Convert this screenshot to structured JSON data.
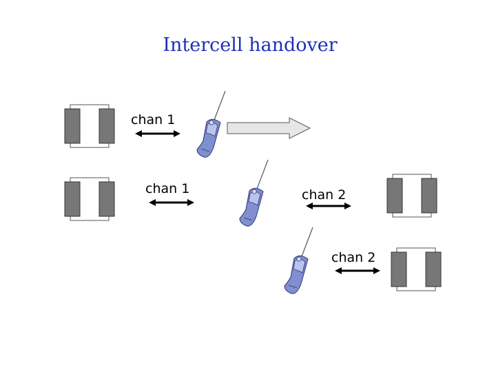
{
  "title": "Intercell handover",
  "labels": {
    "chan_top": "chan 1",
    "chan_mid_left": "chan 1",
    "chan_mid_right": "chan 2",
    "chan_bottom": "chan 2"
  },
  "icons": {
    "base_station": "base-station-icon",
    "mobile_phone": "mobile-phone-icon",
    "movement_arrow": "movement-arrow"
  },
  "colors": {
    "title": "#1f2fb8",
    "base_station_block": "#777777",
    "phone_body": "#7f8fcf",
    "arrow_fill": "#e6e6e6"
  }
}
